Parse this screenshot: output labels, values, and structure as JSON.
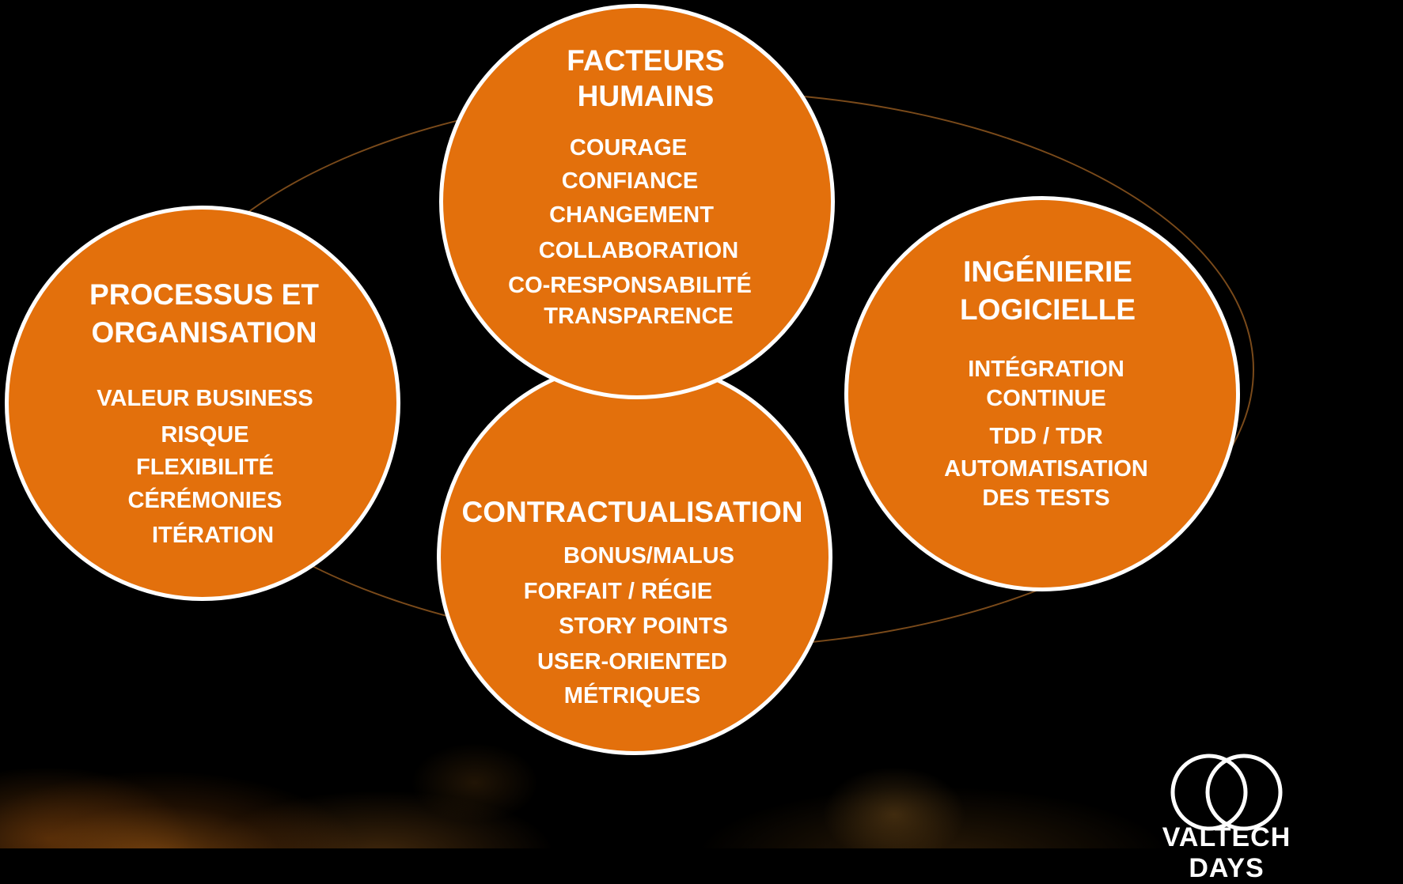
{
  "colors": {
    "circle_fill": "#e3700c",
    "circle_border": "#ffffff",
    "ring": "#7a4a1a",
    "background": "#000000"
  },
  "circles": {
    "human": {
      "title": [
        "FACTEURS",
        "HUMAINS"
      ],
      "items": [
        "COURAGE",
        "CONFIANCE",
        "CHANGEMENT",
        "COLLABORATION",
        "CO-RESPONSABILITÉ",
        "TRANSPARENCE"
      ]
    },
    "process": {
      "title": [
        "PROCESSUS ET",
        "ORGANISATION"
      ],
      "items": [
        "VALEUR BUSINESS",
        "RISQUE",
        "FLEXIBILITÉ",
        "CÉRÉMONIES",
        "ITÉRATION"
      ]
    },
    "engineering": {
      "title": [
        "INGÉNIERIE",
        "LOGICIELLE"
      ],
      "items": [
        "INTÉGRATION",
        "CONTINUE",
        "TDD / TDR",
        "AUTOMATISATION",
        "DES TESTS"
      ]
    },
    "contract": {
      "title": [
        "CONTRACTUALISATION"
      ],
      "items": [
        "BONUS/MALUS",
        "FORFAIT / RÉGIE",
        "STORY POINTS",
        "USER-ORIENTED",
        "MÉTRIQUES"
      ]
    }
  },
  "logo": {
    "icon": "interlocking-rings-icon",
    "text": "VALTECH DAYS"
  }
}
